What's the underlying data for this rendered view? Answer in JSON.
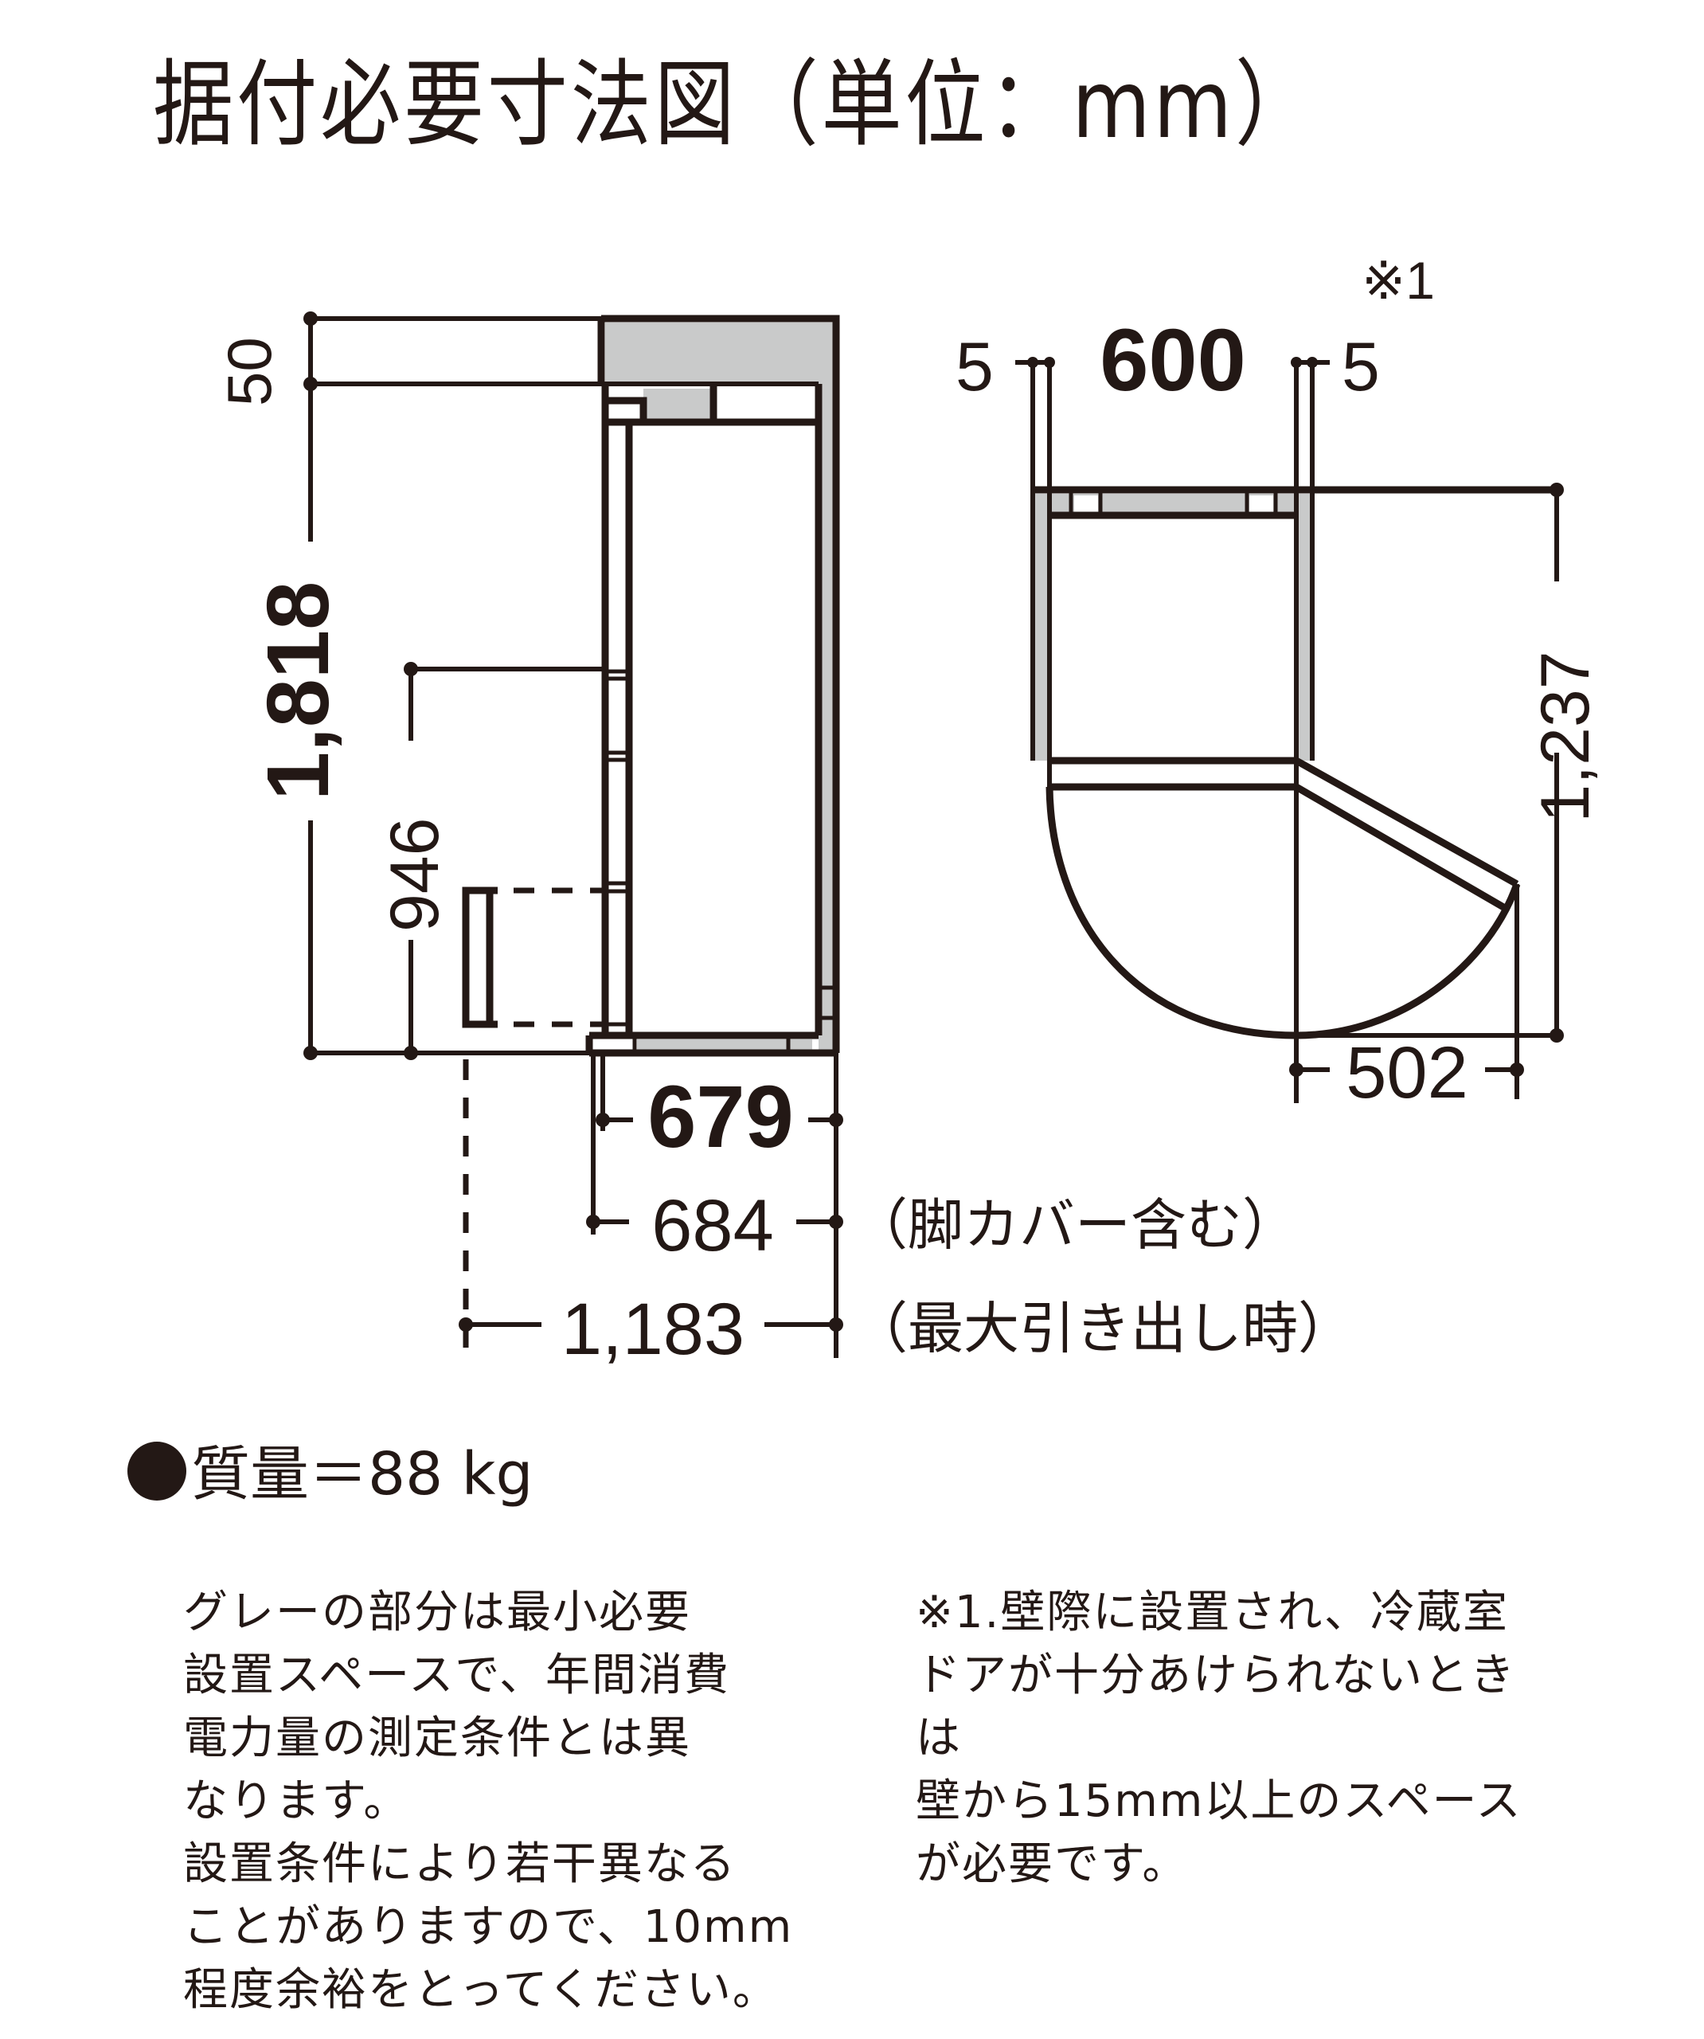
{
  "header": {
    "title": "据付必要寸法図（単位：mm）"
  },
  "diagram": {
    "side_view": {
      "top_clearance": "50",
      "total_height": "1,818",
      "freezer_height": "946",
      "depth_body": "679",
      "depth_with_leg_cover": "684",
      "depth_with_leg_cover_note": "（脚カバー含む）",
      "depth_drawer_open": "1,183",
      "depth_drawer_open_note": "（最大引き出し時）"
    },
    "top_view": {
      "note_marker": "※1",
      "left_clearance": "5",
      "width": "600",
      "right_clearance": "5",
      "door_open_depth": "1,237",
      "door_swing": "502"
    },
    "colors": {
      "line": "#231815",
      "clearance_gray": "#c9caca",
      "background": "#ffffff"
    }
  },
  "spec": {
    "bullet_icon": "filled-circle",
    "mass_label": "質量＝88 kg"
  },
  "notes": {
    "left": "グレーの部分は最小必要\n設置スペースで、年間消費\n電力量の測定条件とは異\nなります。\n設置条件により若干異なる\nことがありますので、10mm\n程度余裕をとってください。",
    "right": "※1.壁際に設置され、冷蔵室\nドアが十分あけられないときは\n壁から15mm以上のスペース\nが必要です。"
  },
  "chart_data": {
    "type": "table",
    "title": "据付必要寸法図（単位：mm）",
    "rows": [
      {
        "dimension": "top clearance",
        "value_mm": 50
      },
      {
        "dimension": "height",
        "value_mm": 1818
      },
      {
        "dimension": "freezer section height",
        "value_mm": 946
      },
      {
        "dimension": "depth",
        "value_mm": 679
      },
      {
        "dimension": "depth incl. leg cover",
        "value_mm": 684
      },
      {
        "dimension": "depth with drawer fully open",
        "value_mm": 1183
      },
      {
        "dimension": "width",
        "value_mm": 600
      },
      {
        "dimension": "side clearance (each)",
        "value_mm": 5
      },
      {
        "dimension": "depth with door open",
        "value_mm": 1237
      },
      {
        "dimension": "door swing width",
        "value_mm": 502
      },
      {
        "dimension": "mass",
        "value_kg": 88
      }
    ]
  }
}
